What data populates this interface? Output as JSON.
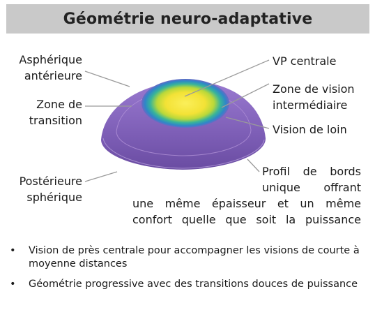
{
  "header": {
    "title": "Géométrie neuro-adaptative"
  },
  "diagram": {
    "labels": {
      "aspherique_line1": "Asphérique",
      "aspherique_line2": "antérieure",
      "vp_centrale": "VP centrale",
      "zone_vision_line1": "Zone de vision",
      "zone_vision_line2": "intermédiaire",
      "zone_transition_line1": "Zone de",
      "zone_transition_line2": "transition",
      "vision_de_loin": "Vision de loin",
      "posterieure_line1": "Postérieure",
      "posterieure_line2": "sphérique",
      "profil_line1": "Profil de bords",
      "profil_line2": "unique offrant",
      "profil_line3": "une même épaisseur et un même",
      "profil_line4": "confort quelle que soit la puissance"
    },
    "colors": {
      "lens_outer": "#7a5cb0",
      "lens_inner": "#8f6cc2",
      "zone_green": "#38b49a",
      "zone_blue": "#2f86c8",
      "zone_yellow": "#f5e23a",
      "line": "#9a9a9a"
    }
  },
  "bullets": [
    {
      "mark": "•",
      "text": "Vision de près centrale pour accompagner les visions de courte à moyenne distances"
    },
    {
      "mark": "•",
      "text": "Géométrie progressive avec des transitions douces de puissance"
    }
  ]
}
